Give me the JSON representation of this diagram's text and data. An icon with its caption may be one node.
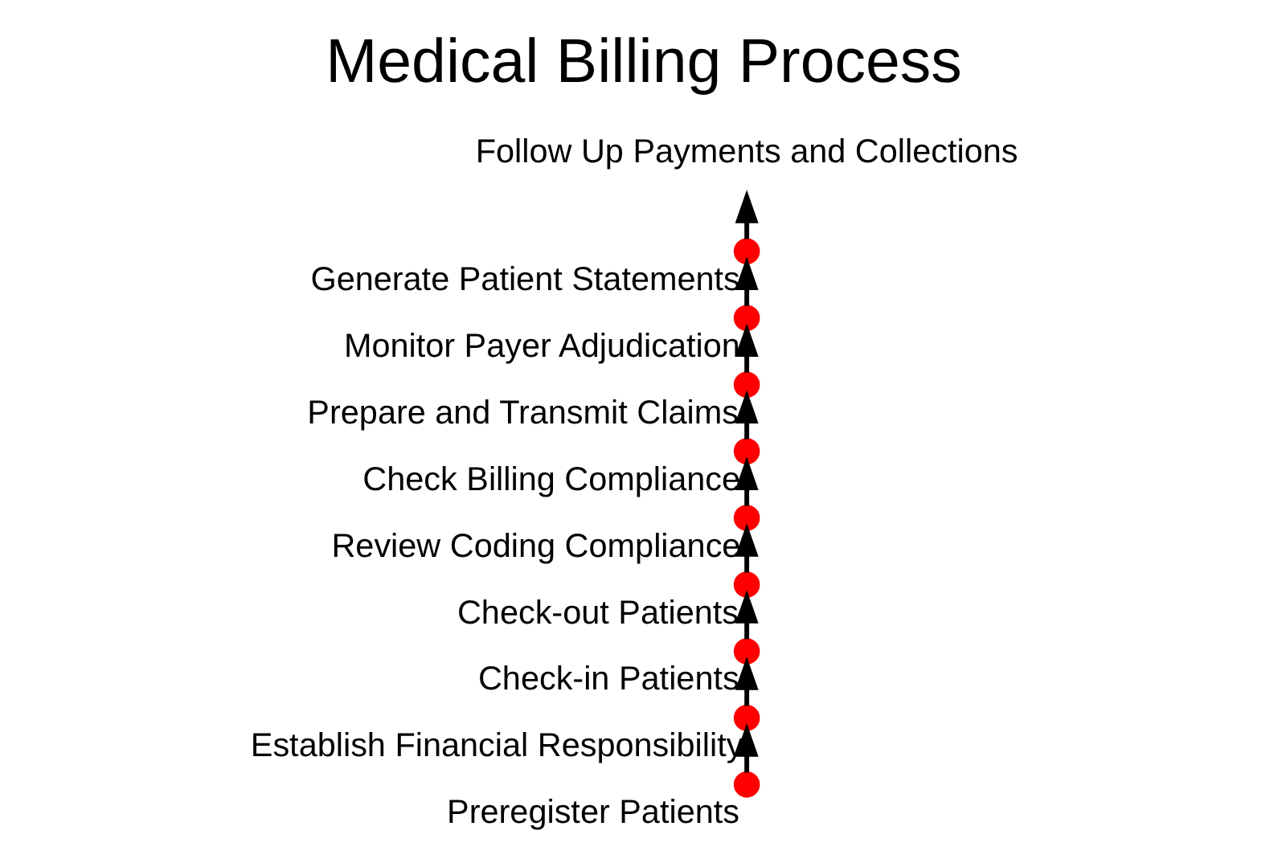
{
  "diagram": {
    "title": "Medical Billing Process",
    "nodes": [
      {
        "text": [],
        "shape": "circle",
        "beside": [
          "Preregister Patients"
        ]
      },
      {
        "text": [],
        "shape": "circle",
        "beside": [
          "Establish Financial Responsibility"
        ]
      },
      {
        "text": [],
        "shape": "circle",
        "beside": [
          "Check-in Patients"
        ]
      },
      {
        "text": [],
        "shape": "circle",
        "beside": [
          "Check-out Patients"
        ]
      },
      {
        "text": [],
        "shape": "circle",
        "beside": [
          "Review Coding Compliance"
        ]
      },
      {
        "text": [],
        "shape": "circle",
        "beside": [
          "Check Billing Compliance"
        ]
      },
      {
        "text": [],
        "shape": "circle",
        "beside": [
          "Prepare and Transmit Claims"
        ]
      },
      {
        "text": [],
        "shape": "circle",
        "beside": [
          "Monitor Payer Adjudication"
        ]
      },
      {
        "text": [],
        "shape": "circle",
        "beside": [
          "Generate Patient Statements"
        ]
      },
      {
        "text": [
          "Follow Up Payments and Collections"
        ]
      }
    ],
    "edges": [
      {
        "from": 0,
        "to": 1,
        "arrow": "to"
      },
      {
        "from": 1,
        "to": 2,
        "arrow": "to"
      },
      {
        "from": 2,
        "to": 3,
        "arrow": "to"
      },
      {
        "from": 3,
        "to": 4,
        "arrow": "to"
      },
      {
        "from": 4,
        "to": 5,
        "arrow": "to"
      },
      {
        "from": 5,
        "to": 6,
        "arrow": "to"
      },
      {
        "from": 6,
        "to": 7,
        "arrow": "to"
      },
      {
        "from": 7,
        "to": 8,
        "arrow": "to"
      },
      {
        "from": 8,
        "to": 9,
        "arrow": "to"
      }
    ]
  }
}
